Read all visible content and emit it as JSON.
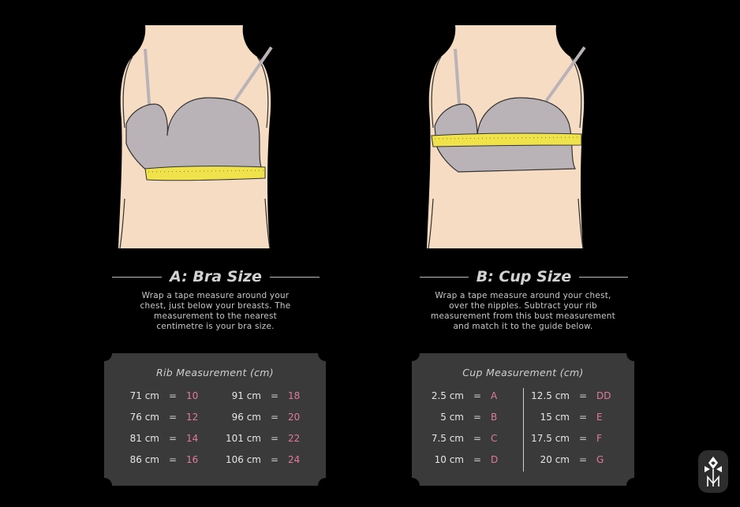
{
  "section_a": {
    "heading": "A: Bra Size",
    "description": [
      "Wrap a tape measure around your",
      "chest, just below your breasts. The",
      "measurement to the nearest",
      "centimetre is your bra size."
    ],
    "table_title": "Rib Measurement (cm)",
    "rows": [
      {
        "m": "71 cm",
        "eq": "=",
        "s": "10"
      },
      {
        "m": "76 cm",
        "eq": "=",
        "s": "12"
      },
      {
        "m": "81 cm",
        "eq": "=",
        "s": "14"
      },
      {
        "m": "86 cm",
        "eq": "=",
        "s": "16"
      },
      {
        "m": "91 cm",
        "eq": "=",
        "s": "18"
      },
      {
        "m": "96 cm",
        "eq": "=",
        "s": "20"
      },
      {
        "m": "101 cm",
        "eq": "=",
        "s": "22"
      },
      {
        "m": "106 cm",
        "eq": "=",
        "s": "24"
      }
    ]
  },
  "section_b": {
    "heading": "B: Cup Size",
    "description": [
      "Wrap a tape measure around your chest,",
      "over the nipples. Subtract your rib",
      "measurement from this bust measurement",
      "and match it to the guide below."
    ],
    "table_title": "Cup Measurement (cm)",
    "rows": [
      {
        "m": "2.5 cm",
        "eq": "=",
        "s": "A"
      },
      {
        "m": "5 cm",
        "eq": "=",
        "s": "B"
      },
      {
        "m": "7.5 cm",
        "eq": "=",
        "s": "C"
      },
      {
        "m": "10 cm",
        "eq": "=",
        "s": "D"
      },
      {
        "m": "12.5 cm",
        "eq": "=",
        "s": "DD"
      },
      {
        "m": "15 cm",
        "eq": "=",
        "s": "E"
      },
      {
        "m": "17.5 cm",
        "eq": "=",
        "s": "F"
      },
      {
        "m": "20 cm",
        "eq": "=",
        "s": "G"
      }
    ]
  },
  "colors": {
    "skin": "#f6dcc3",
    "bra": "#b9b3b7",
    "tape": "#f0e24a",
    "card": "#3a3a3a",
    "size_accent": "#e07a9c"
  },
  "logo": {
    "icon": "brand-logo-icon"
  }
}
